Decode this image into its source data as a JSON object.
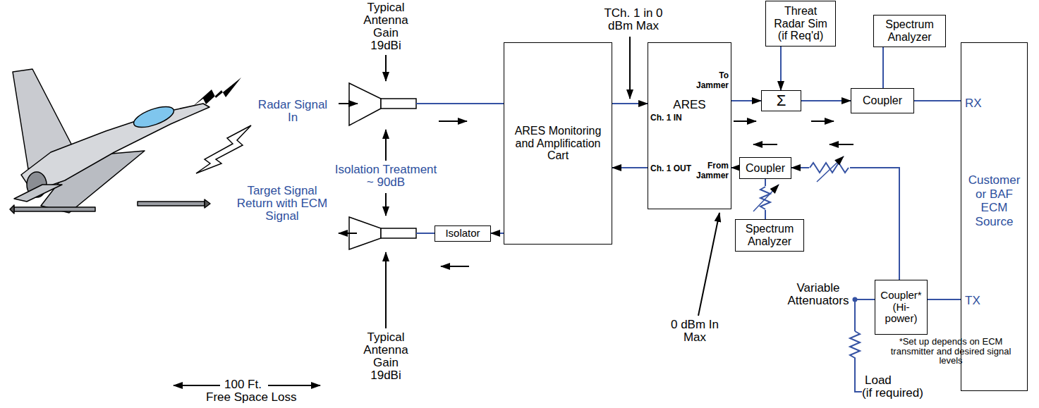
{
  "diagram": {
    "nodes": [
      {
        "text": [
          "ARES Monitoring and Amplification Cart"
        ]
      },
      {
        "text": [
          "To Jammer",
          "Ch. 1 IN",
          "ARES",
          "Ch. 1 OUT",
          "From Jammer"
        ]
      },
      {
        "text": [
          "Threat Radar Sim (if Req'd)"
        ]
      },
      {
        "text": [
          "Σ"
        ]
      },
      {
        "text": [
          "Spectrum Analyzer"
        ]
      },
      {
        "text": [
          "Coupler"
        ]
      },
      {
        "text": [
          "RX",
          "Customer or BAF ECM Source",
          "TX"
        ]
      },
      {
        "text": [
          "Isolator"
        ]
      },
      {
        "text": [
          "Coupler"
        ]
      },
      {
        "text": [
          "Spectrum Analyzer"
        ]
      },
      {
        "text": [
          "Coupler* (Hi-power)"
        ]
      }
    ],
    "edges": [
      {
        "from": 0,
        "to": 1,
        "arrow": "to"
      },
      {
        "from": 1,
        "to": 3,
        "arrow": "to"
      },
      {
        "from": 2,
        "to": 3,
        "arrow": "to"
      },
      {
        "from": 3,
        "to": 5,
        "arrow": "to"
      },
      {
        "from": 4,
        "to": 5,
        "arrow": "none"
      },
      {
        "from": 5,
        "to": 6,
        "arrow": "none"
      },
      {
        "from": 6,
        "to": 10,
        "arrow": "none"
      },
      {
        "from": 10,
        "to": 8,
        "arrow": "to"
      },
      {
        "from": 8,
        "to": 1,
        "arrow": "to"
      },
      {
        "from": 8,
        "to": 9,
        "arrow": "none"
      },
      {
        "from": 1,
        "to": 0,
        "arrow": "to"
      },
      {
        "from": 0,
        "to": 7,
        "arrow": "to"
      }
    ],
    "labels": [
      "Typical Antenna Gain 19dBi",
      "Radar Signal In",
      "Isolation Treatment ~ 90dB",
      "Target Signal Return with ECM Signal",
      "TCh. 1 in 0 dBm Max",
      "Variable Attenuators",
      "Load",
      "(if required)",
      "0 dBm In Max",
      "*Set up depends on ECM transmitter and desired signal levels",
      "Typical Antenna Gain 19dBi",
      "100 Ft.",
      "Free Space Loss"
    ]
  }
}
